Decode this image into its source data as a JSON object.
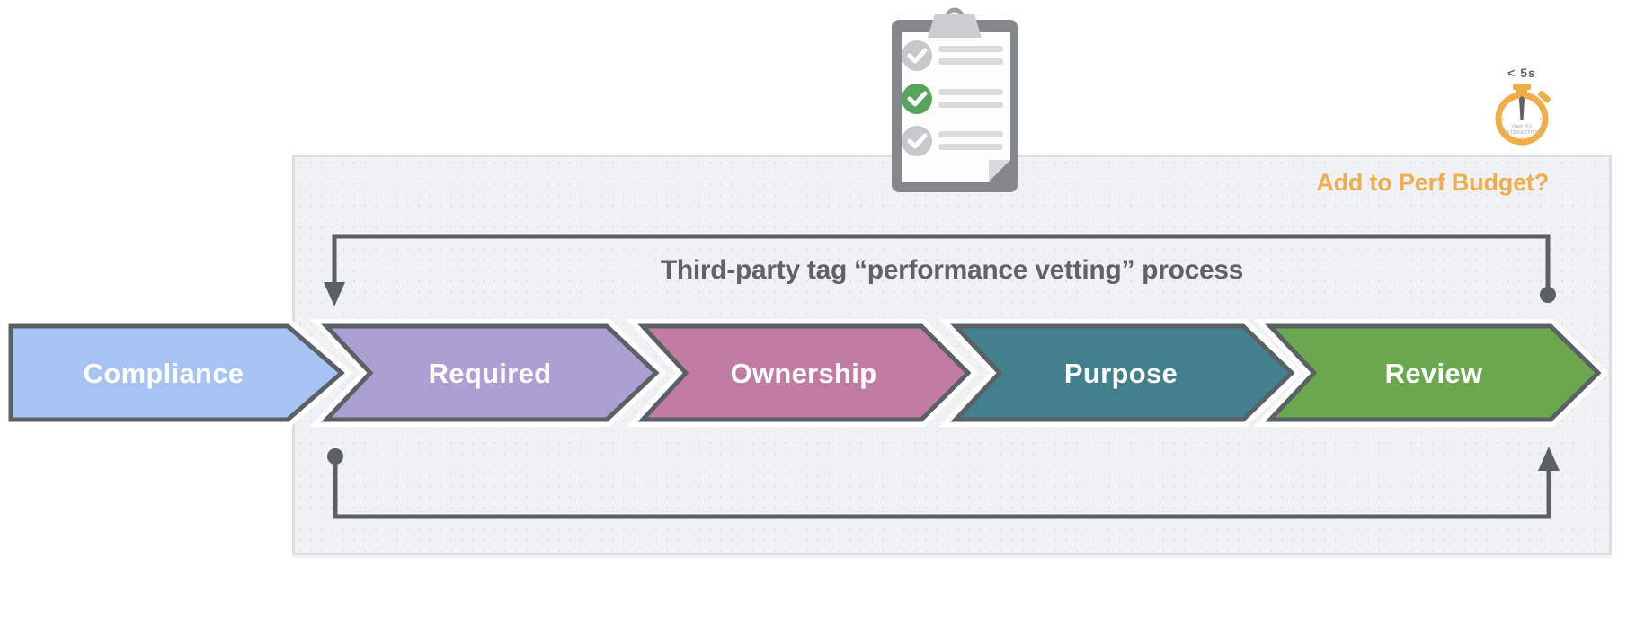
{
  "header": {
    "title": "Third-party tag “performance vetting” process",
    "perf_budget_question": "Add to Perf Budget?"
  },
  "steps": [
    {
      "label": "Compliance",
      "color": "#A6C3F3"
    },
    {
      "label": "Required",
      "color": "#AC9FD4"
    },
    {
      "label": "Ownership",
      "color": "#C17CA3"
    },
    {
      "label": "Purpose",
      "color": "#43808E"
    },
    {
      "label": "Review",
      "color": "#6AA84F"
    }
  ],
  "stopwatch": {
    "label": "< 5s",
    "face_text_line1": "TIME TO",
    "face_text_line2": "INTERACTIVE",
    "ring_color": "#F1AE48"
  },
  "clipboard": {
    "items": [
      {
        "state": "unchecked"
      },
      {
        "state": "checked"
      },
      {
        "state": "unchecked"
      }
    ],
    "check_green": "#57A45B",
    "check_gray": "#C6C9CB"
  },
  "colors": {
    "outline_gray": "#5B6064",
    "title_gray": "#5F6368",
    "accent_amber": "#EFAD52",
    "panel_gray": "#F0F1F2"
  }
}
